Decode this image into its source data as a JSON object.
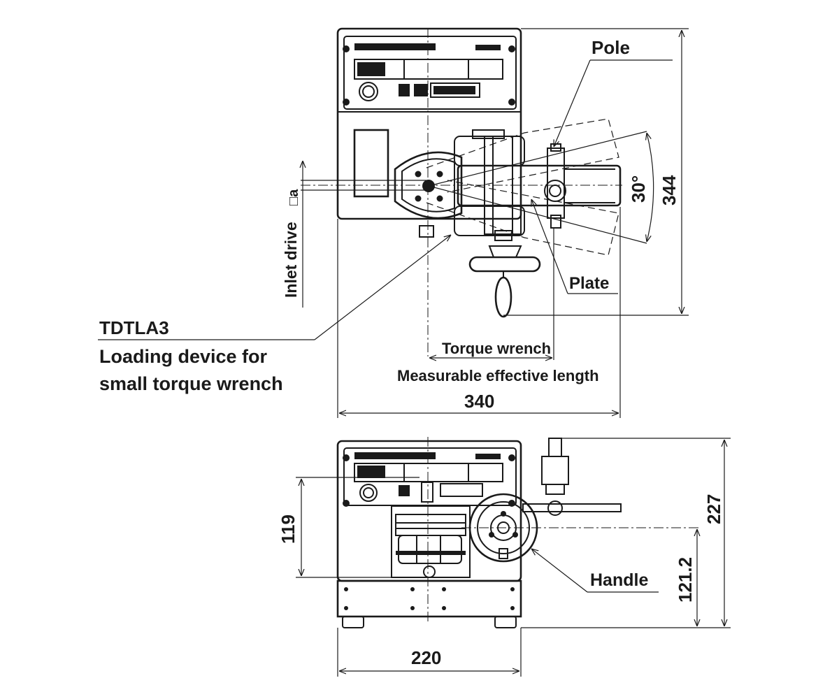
{
  "labels": {
    "pole": "Pole",
    "plate": "Plate",
    "angle": "30°",
    "height_top": "344",
    "inlet_drive": "Inlet drive",
    "inlet_drive_symbol": "□a",
    "model": "TDTLA3",
    "desc_line1": "Loading device for",
    "desc_line2": "small torque wrench",
    "torque_wrench": "Torque wrench",
    "measurable_length": "Measurable effective length",
    "width_top": "340",
    "handle": "Handle",
    "height_119": "119",
    "height_121": "121.2",
    "height_227": "227",
    "width_bottom": "220"
  }
}
